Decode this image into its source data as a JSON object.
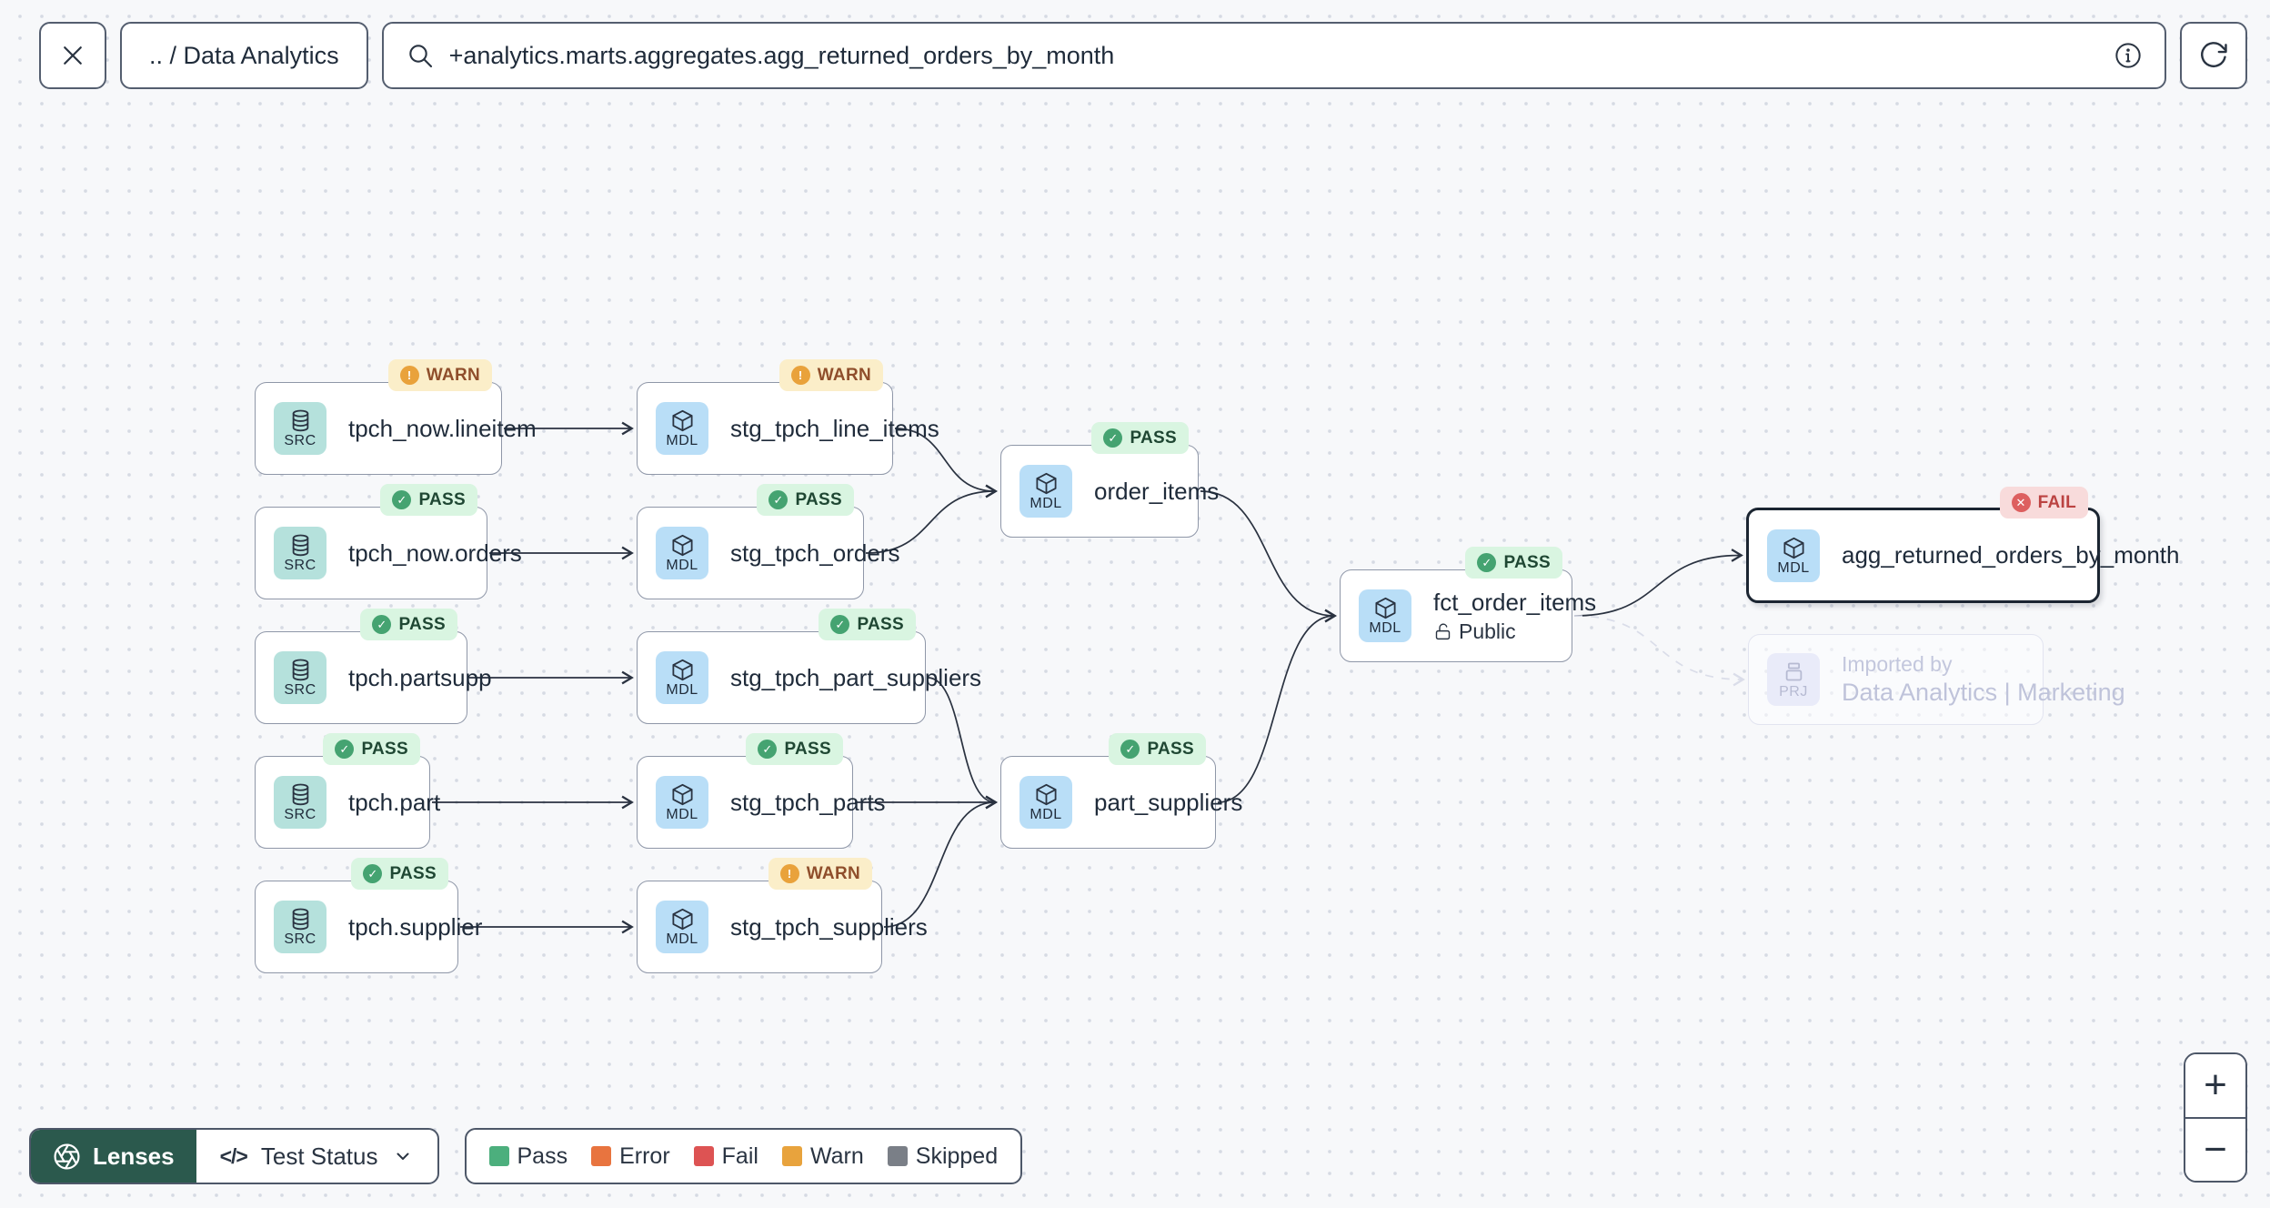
{
  "topbar": {
    "breadcrumb": ".. / Data Analytics",
    "search_value": "+analytics.marts.aggregates.agg_returned_orders_by_month"
  },
  "controls": {
    "lenses_label": "Lenses",
    "lens_selected": "Test Status"
  },
  "legend": {
    "items": [
      {
        "label": "Pass",
        "color": "#4caf7d"
      },
      {
        "label": "Error",
        "color": "#e8743f"
      },
      {
        "label": "Fail",
        "color": "#dd5353"
      },
      {
        "label": "Warn",
        "color": "#e8a33d"
      },
      {
        "label": "Skipped",
        "color": "#7a7f87"
      }
    ]
  },
  "zoom": {
    "zoom_in": "+",
    "zoom_out": "−"
  },
  "colors": {
    "lenses_button": "#2b594d",
    "pass_badge": "#d9f5e1",
    "warn_badge": "#fbeec9",
    "fail_badge": "#f8dbdb",
    "src_chip": "#b5e1dc",
    "mdl_chip": "#b9def7",
    "prj_chip": "#e9ebf9"
  },
  "graph": {
    "nodes": [
      {
        "id": "tpch_now_lineitem",
        "label": "tpch_now.lineitem",
        "kind": "SRC",
        "status": "WARN"
      },
      {
        "id": "stg_tpch_line_items",
        "label": "stg_tpch_line_items",
        "kind": "MDL",
        "status": "WARN"
      },
      {
        "id": "tpch_now_orders",
        "label": "tpch_now.orders",
        "kind": "SRC",
        "status": "PASS"
      },
      {
        "id": "stg_tpch_orders",
        "label": "stg_tpch_orders",
        "kind": "MDL",
        "status": "PASS"
      },
      {
        "id": "tpch_partsupp",
        "label": "tpch.partsupp",
        "kind": "SRC",
        "status": "PASS"
      },
      {
        "id": "stg_tpch_part_suppliers",
        "label": "stg_tpch_part_suppliers",
        "kind": "MDL",
        "status": "PASS"
      },
      {
        "id": "tpch_part",
        "label": "tpch.part",
        "kind": "SRC",
        "status": "PASS"
      },
      {
        "id": "stg_tpch_parts",
        "label": "stg_tpch_parts",
        "kind": "MDL",
        "status": "PASS"
      },
      {
        "id": "tpch_supplier",
        "label": "tpch.supplier",
        "kind": "SRC",
        "status": "PASS"
      },
      {
        "id": "stg_tpch_suppliers",
        "label": "stg_tpch_suppliers",
        "kind": "MDL",
        "status": "WARN"
      },
      {
        "id": "order_items",
        "label": "order_items",
        "kind": "MDL",
        "status": "PASS"
      },
      {
        "id": "part_suppliers",
        "label": "part_suppliers",
        "kind": "MDL",
        "status": "PASS"
      },
      {
        "id": "fct_order_items",
        "label": "fct_order_items",
        "kind": "MDL",
        "status": "PASS",
        "sublabel": "Public"
      },
      {
        "id": "agg_returned_orders_by_month",
        "label": "agg_returned_orders_by_month",
        "kind": "MDL",
        "status": "FAIL",
        "selected": true
      },
      {
        "id": "imported_by",
        "label": "Data Analytics | Marketing",
        "kind": "PRJ",
        "toplabel": "Imported by",
        "faded": true
      }
    ],
    "edges": [
      {
        "from": "tpch_now_lineitem",
        "to": "stg_tpch_line_items"
      },
      {
        "from": "tpch_now_orders",
        "to": "stg_tpch_orders"
      },
      {
        "from": "tpch_partsupp",
        "to": "stg_tpch_part_suppliers"
      },
      {
        "from": "tpch_part",
        "to": "stg_tpch_parts"
      },
      {
        "from": "tpch_supplier",
        "to": "stg_tpch_suppliers"
      },
      {
        "from": "stg_tpch_line_items",
        "to": "order_items"
      },
      {
        "from": "stg_tpch_orders",
        "to": "order_items"
      },
      {
        "from": "stg_tpch_part_suppliers",
        "to": "part_suppliers"
      },
      {
        "from": "stg_tpch_parts",
        "to": "part_suppliers"
      },
      {
        "from": "stg_tpch_suppliers",
        "to": "part_suppliers"
      },
      {
        "from": "order_items",
        "to": "fct_order_items"
      },
      {
        "from": "part_suppliers",
        "to": "fct_order_items"
      },
      {
        "from": "fct_order_items",
        "to": "agg_returned_orders_by_month"
      },
      {
        "from": "fct_order_items",
        "to": "imported_by",
        "style": "dashed"
      }
    ]
  }
}
